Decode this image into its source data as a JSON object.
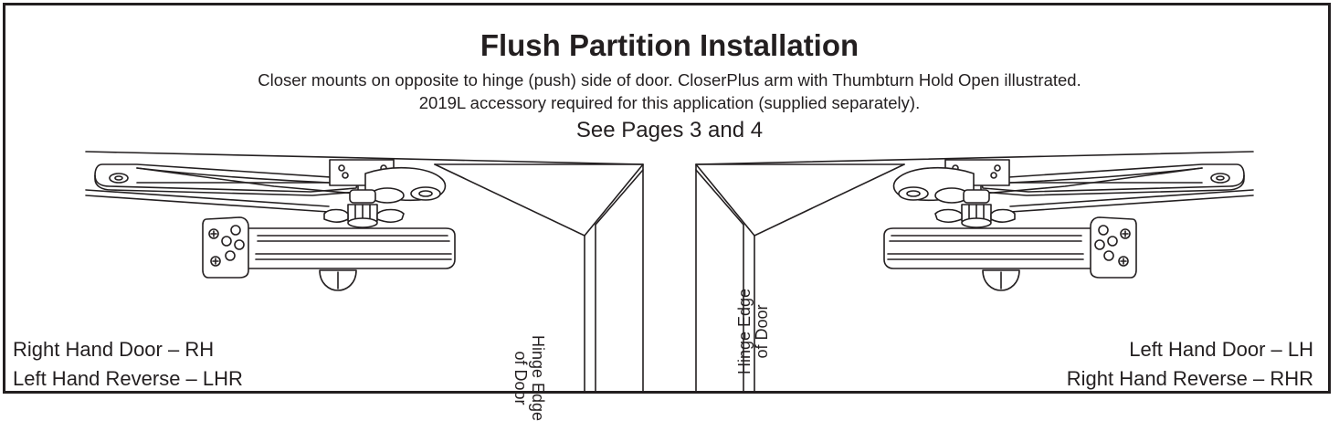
{
  "header": {
    "title": "Flush Partition Installation",
    "line1": "Closer mounts on opposite to hinge (push) side of door.  CloserPlus arm with Thumbturn Hold Open illustrated.",
    "line2": "2019L accessory required for this application (supplied separately).",
    "pages_ref": "See Pages 3 and 4"
  },
  "left_panel": {
    "hand_line1": "Right Hand Door – RH",
    "hand_line2": "Left Hand Reverse – LHR",
    "hinge_line1": "Hinge Edge",
    "hinge_line2": "of Door"
  },
  "right_panel": {
    "hand_line1": "Left Hand Door – LH",
    "hand_line2": "Right Hand Reverse – RHR",
    "hinge_line1": "Hinge Edge",
    "hinge_line2": "of Door"
  },
  "colors": {
    "ink": "#231f20",
    "paper": "#ffffff"
  }
}
